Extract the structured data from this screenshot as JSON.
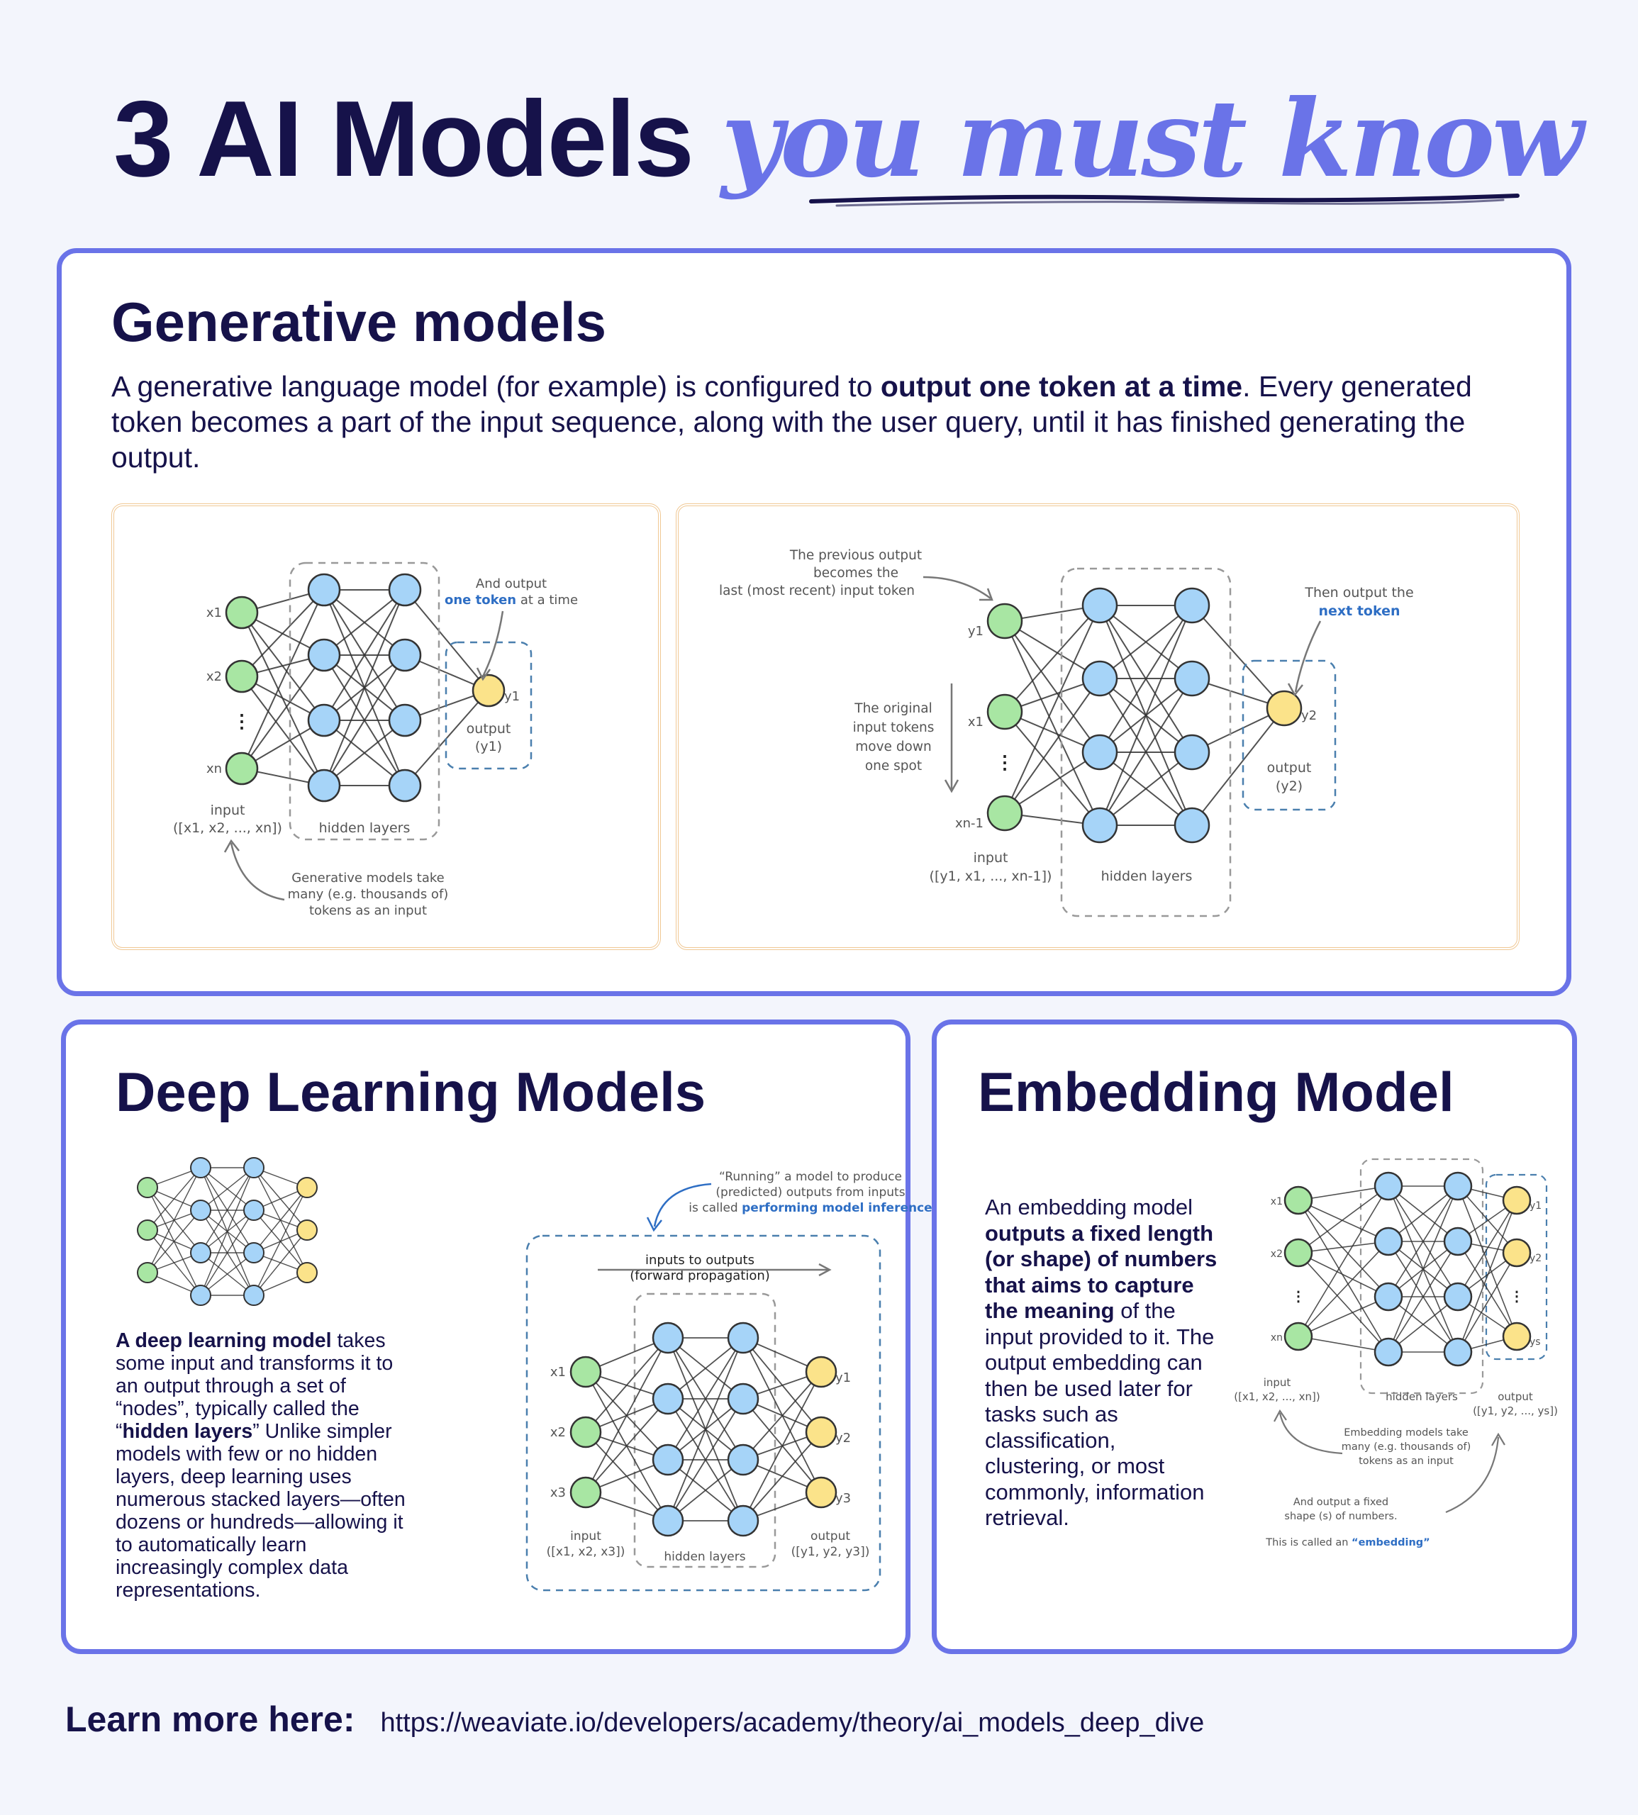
{
  "title": {
    "main": "3 AI Models",
    "accent": "you must know"
  },
  "generative": {
    "heading": "Generative models",
    "desc_pre": "A generative language model (for example) is configured to ",
    "desc_bold": "output one token at a time",
    "desc_post": ". Every generated token becomes a part of the input sequence, along with the user query, until it has finished generating the output.",
    "d1": {
      "in_labels": [
        "x1",
        "x2",
        "xn"
      ],
      "out_label": "y1",
      "input_caption": [
        "input",
        "([x1, x2, ..., xn])"
      ],
      "hidden_caption": "hidden layers",
      "output_caption": [
        "output",
        "(y1)"
      ],
      "note_top": [
        "And output",
        "one token",
        " at a time"
      ],
      "note_bottom": [
        "Generative models take",
        "many (e.g. thousands of)",
        "tokens as an input"
      ]
    },
    "d2": {
      "in_labels": [
        "y1",
        "x1",
        "xn-1"
      ],
      "out_label": "y2",
      "input_caption": [
        "input",
        "([y1, x1, ..., xn-1])"
      ],
      "hidden_caption": "hidden layers",
      "output_caption": [
        "output",
        "(y2)"
      ],
      "note_prev": [
        "The previous output",
        "becomes the",
        "last (most recent) input token"
      ],
      "note_orig": [
        "The original",
        "input tokens",
        "move down",
        "one spot"
      ],
      "note_next": [
        "Then output the",
        "next token"
      ]
    }
  },
  "deep": {
    "heading": "Deep Learning Models",
    "desc_b1": "A deep learning model",
    "desc_t1": " takes some input and transforms it to an output through a set of “nodes”, typically called the “",
    "desc_b2": "hidden layers",
    "desc_t2": "” Unlike simpler models with few or no hidden layers, deep learning uses numerous stacked layers—often dozens or hundreds—allowing it to automatically learn increasingly complex data representations.",
    "diagram": {
      "note": [
        "“Running” a model to produce",
        "(predicted) outputs from inputs",
        "is called ",
        "performing model inference"
      ],
      "arrow_caption": [
        "inputs to outputs",
        "(forward propagation)"
      ],
      "in_labels": [
        "x1",
        "x2",
        "x3"
      ],
      "out_labels": [
        "y1",
        "y2",
        "y3"
      ],
      "input_caption": [
        "input",
        "([x1, x2, x3])"
      ],
      "hidden_caption": "hidden layers",
      "output_caption": [
        "output",
        "([y1, y2, y3])"
      ]
    }
  },
  "embedding": {
    "heading": "Embedding Model",
    "desc_t1": "An embedding model ",
    "desc_b1": "outputs a fixed length (or shape) of numbers that aims to capture the meaning",
    "desc_t2": " of the input provided to it. The output embedding can then be used later for tasks such as classification, clustering, or most commonly, information retrieval.",
    "diagram": {
      "in_labels": [
        "x1",
        "x2",
        "xn"
      ],
      "out_labels": [
        "y1",
        "y2",
        "ys"
      ],
      "input_caption": [
        "input",
        "([x1, x2, ..., xn])"
      ],
      "hidden_caption": "hidden layers",
      "output_caption": [
        "output",
        "([y1, y2, ..., ys])"
      ],
      "note_in": [
        "Embedding models take",
        "many (e.g. thousands of)",
        "tokens as an input"
      ],
      "note_out": [
        "And output a fixed",
        "shape (s) of numbers."
      ],
      "note_called": [
        "This is called an ",
        "“embedding”"
      ]
    }
  },
  "footer": {
    "label": "Learn more here:",
    "url": "https://weaviate.io/developers/academy/theory/ai_models_deep_dive"
  },
  "colors": {
    "accent": "#6a73e8",
    "navy": "#16124a",
    "node_input": "#a8e6a3",
    "node_hidden": "#a6d4f8",
    "node_output": "#fbe38a",
    "panel_border": "#f0c894",
    "highlight_text": "#2e6ec4"
  }
}
